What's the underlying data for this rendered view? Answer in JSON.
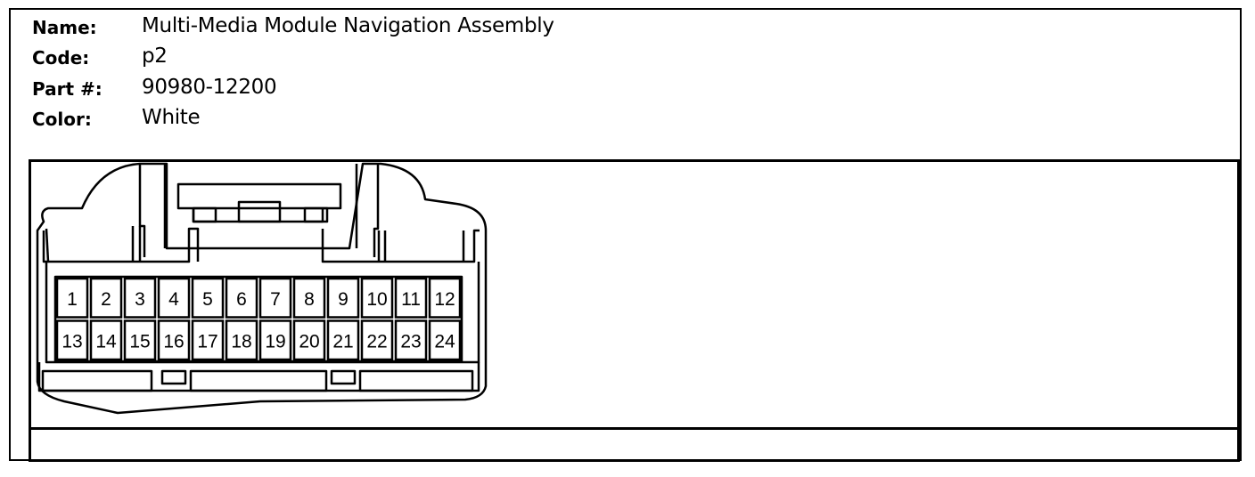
{
  "info": {
    "name_label": "Name:",
    "name_value": "Multi-Media Module Navigation Assembly",
    "code_label": "Code:",
    "code_value": "p2",
    "part_label": "Part #:",
    "part_value": "90980-12200",
    "color_label": "Color:",
    "color_value": "White"
  },
  "connector": {
    "rows": [
      [
        "1",
        "2",
        "3",
        "4",
        "5",
        "6",
        "7",
        "8",
        "9",
        "10",
        "11",
        "12"
      ],
      [
        "13",
        "14",
        "15",
        "16",
        "17",
        "18",
        "19",
        "20",
        "21",
        "22",
        "23",
        "24"
      ]
    ]
  }
}
